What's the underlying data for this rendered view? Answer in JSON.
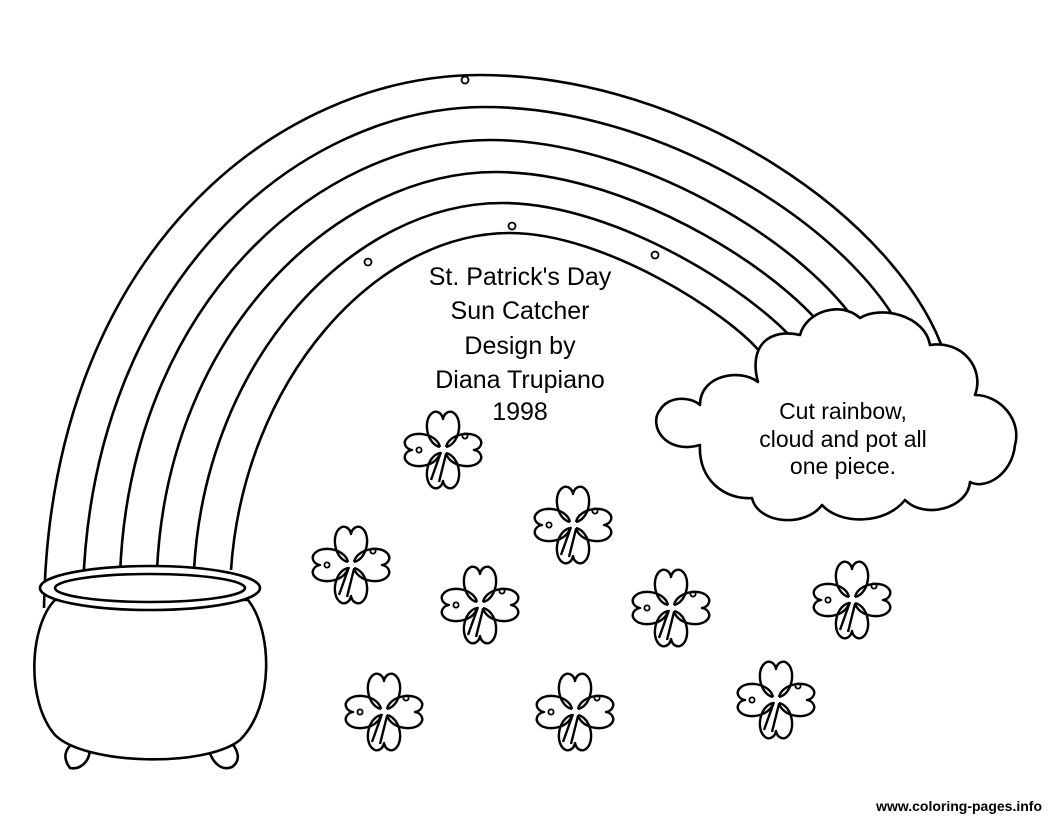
{
  "title": {
    "lines": [
      "St. Patrick's Day",
      "Sun Catcher",
      "Design by",
      "Diana Trupiano",
      "1998"
    ]
  },
  "cloud": {
    "lines": [
      "Cut rainbow,",
      "cloud and pot all",
      "one piece."
    ]
  },
  "watermark": "www.coloring-pages.info",
  "colors": {
    "line": "#000000",
    "background": "#ffffff"
  },
  "shamrock_count": 9
}
